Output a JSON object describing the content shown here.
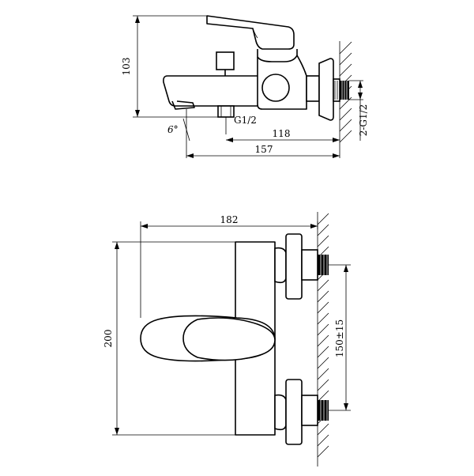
{
  "side_view": {
    "dims": {
      "height": "103",
      "inlet": "G1/2",
      "spout_angle": "6°",
      "projection": "118",
      "total_depth": "157",
      "wall_inlet": "2-G1/2"
    }
  },
  "front_view": {
    "dims": {
      "width": "182",
      "height": "200",
      "center_distance": "150±15"
    }
  }
}
